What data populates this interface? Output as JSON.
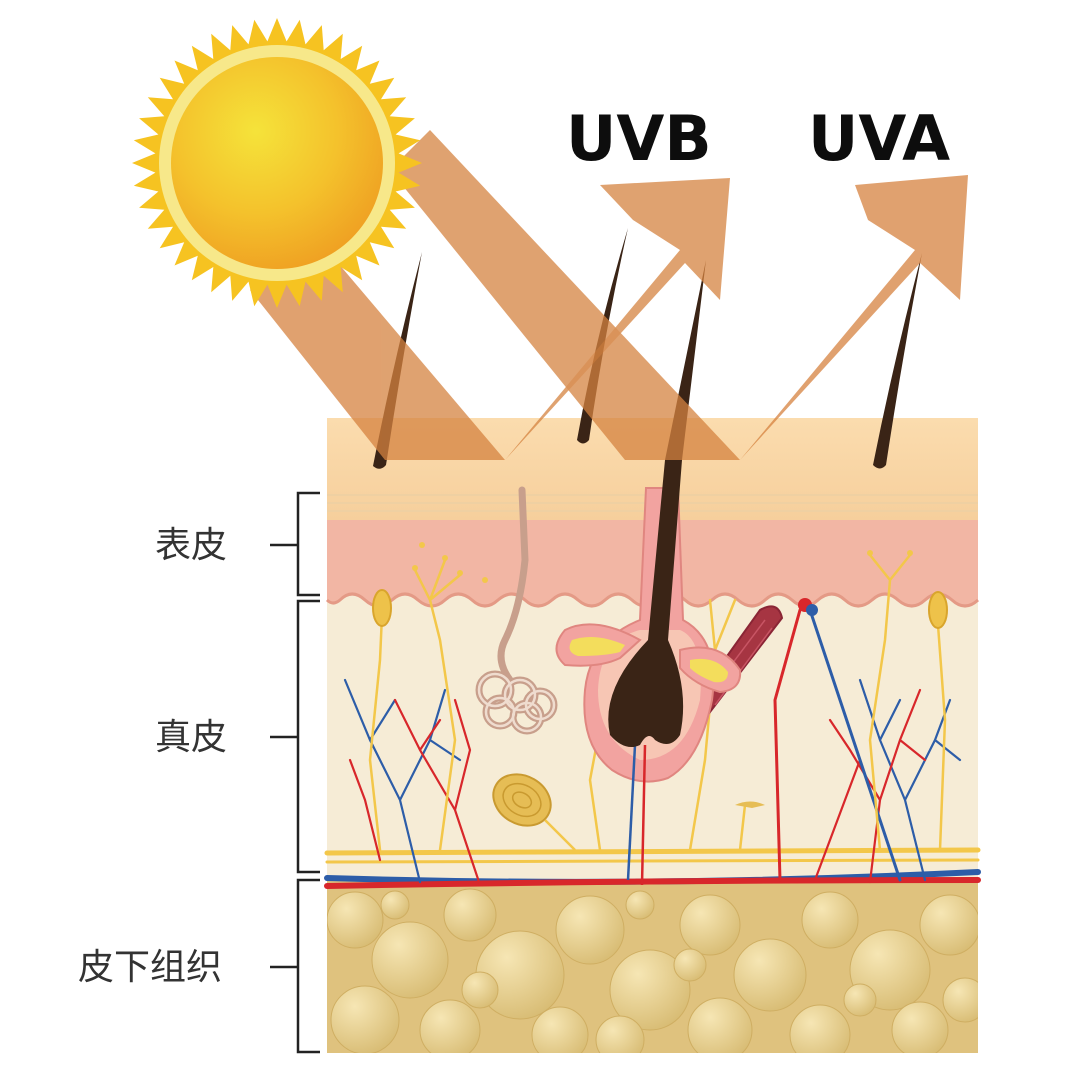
{
  "rays": {
    "uvb_label": "UVB",
    "uva_label": "UVA"
  },
  "layers": {
    "epidermis": "表皮",
    "dermis": "真皮",
    "subcutaneous": "皮下组织"
  },
  "colors": {
    "sun_outer": "#f6c321",
    "sun_inner": "#f2a724",
    "ray": "#d98c4d",
    "skin_top": "#f8d6a6",
    "epidermis": "#f1b5a3",
    "dermis": "#f6ecd8",
    "fat": "#e3c987",
    "hair": "#3a2416"
  }
}
